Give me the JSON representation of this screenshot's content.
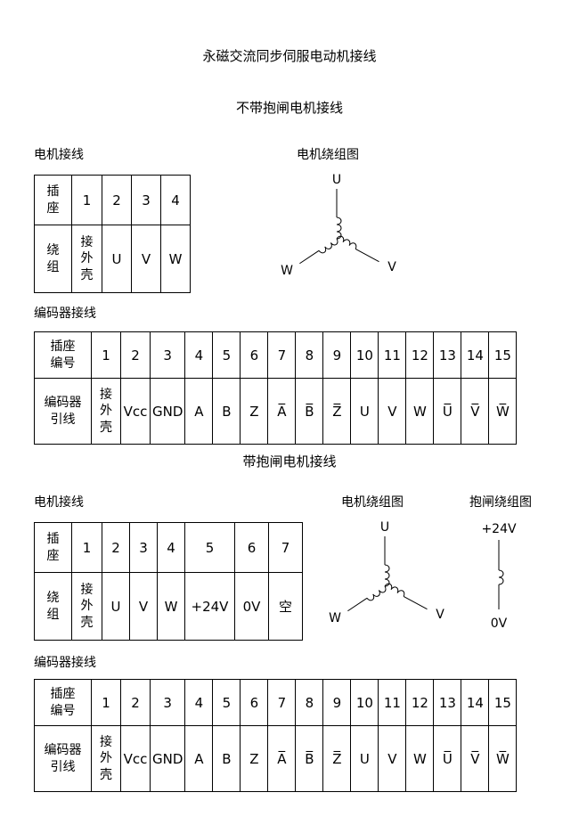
{
  "title": "永磁交流同步伺服电动机接线",
  "section1": {
    "heading": "不带抱闸电机接线",
    "motor_wiring_label": "电机接线",
    "winding_diagram_label": "电机绕组图",
    "motor_table": {
      "socket_header": "插座",
      "socket_cells": [
        "1",
        "2",
        "3",
        "4"
      ],
      "winding_header": "绕组",
      "winding_cells": [
        "接外壳",
        "U",
        "V",
        "W"
      ]
    },
    "encoder_label": "编码器接线",
    "encoder_table": {
      "socket_header": "插座编号",
      "socket_cells": [
        "1",
        "2",
        "3",
        "4",
        "5",
        "6",
        "7",
        "8",
        "9",
        "10",
        "11",
        "12",
        "13",
        "14",
        "15"
      ],
      "lead_header": "编码器引线",
      "lead_cells": [
        "接外壳",
        "Vcc",
        "GND",
        "A",
        "B",
        "Z",
        "A̅",
        "B̅",
        "Z̅",
        "U",
        "V",
        "W",
        "U̅",
        "V̅",
        "W̅"
      ]
    },
    "winding_diagram": {
      "top": "U",
      "bottom_left": "W",
      "bottom_right": "V"
    }
  },
  "section2": {
    "heading": "带抱闸电机接线",
    "motor_wiring_label": "电机接线",
    "winding_diagram_label": "电机绕组图",
    "brake_diagram_label": "抱闸绕组图",
    "motor_table": {
      "socket_header": "插座",
      "socket_cells": [
        "1",
        "2",
        "3",
        "4",
        "5",
        "6",
        "7"
      ],
      "winding_header": "绕组",
      "winding_cells": [
        "接外壳",
        "U",
        "V",
        "W",
        "+24V",
        "0V",
        "空"
      ]
    },
    "encoder_label": "编码器接线",
    "encoder_table": {
      "socket_header": "插座编号",
      "socket_cells": [
        "1",
        "2",
        "3",
        "4",
        "5",
        "6",
        "7",
        "8",
        "9",
        "10",
        "11",
        "12",
        "13",
        "14",
        "15"
      ],
      "lead_header": "编码器引线",
      "lead_cells": [
        "接外壳",
        "Vcc",
        "GND",
        "A",
        "B",
        "Z",
        "A̅",
        "B̅",
        "Z̅",
        "U",
        "V",
        "W",
        "U̅",
        "V̅",
        "W̅"
      ]
    },
    "winding_diagram": {
      "top": "U",
      "bottom_left": "W",
      "bottom_right": "V"
    },
    "brake_diagram": {
      "top": "+24V",
      "bottom": "0V"
    }
  }
}
